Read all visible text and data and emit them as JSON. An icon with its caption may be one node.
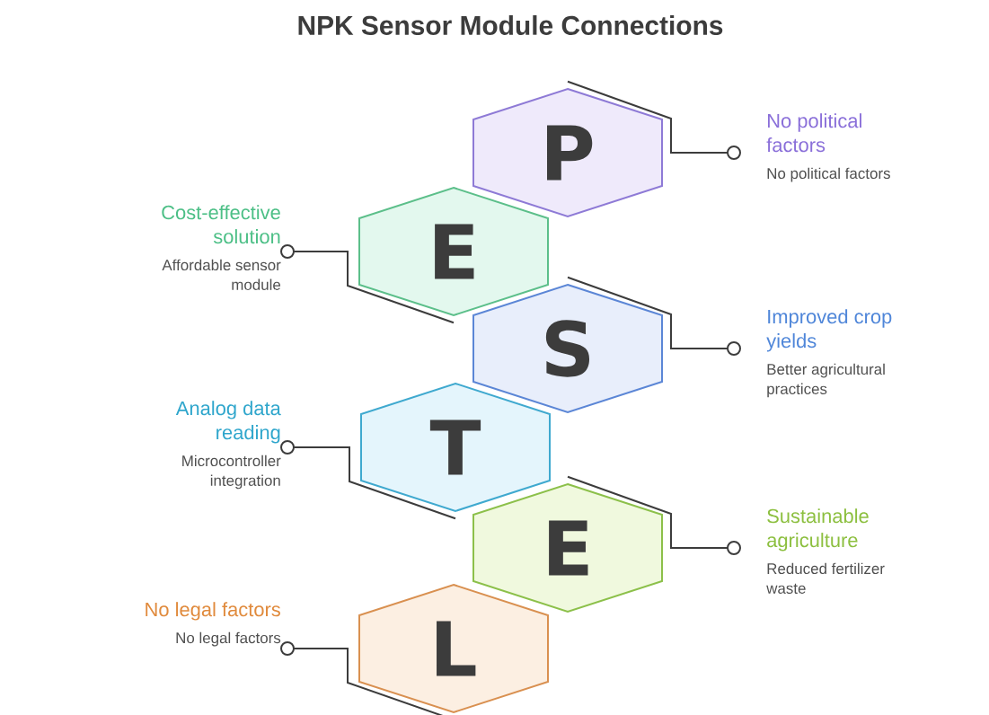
{
  "diagram": {
    "title": "NPK Sensor Module Connections",
    "nodes": [
      {
        "text": [
          "P"
        ]
      },
      {
        "text": [
          "No political factors",
          "No political factors"
        ]
      },
      {
        "text": [
          "E"
        ]
      },
      {
        "text": [
          "Cost-effective solution",
          "Affordable sensor module"
        ]
      },
      {
        "text": [
          "S"
        ]
      },
      {
        "text": [
          "Improved crop yields",
          "Better agricultural practices"
        ]
      },
      {
        "text": [
          "T"
        ]
      },
      {
        "text": [
          "Analog data reading",
          "Microcontroller integration"
        ]
      },
      {
        "text": [
          "E"
        ]
      },
      {
        "text": [
          "Sustainable agriculture",
          "Reduced fertilizer waste"
        ]
      },
      {
        "text": [
          "L"
        ]
      },
      {
        "text": [
          "No legal factors",
          "No legal factors"
        ]
      }
    ],
    "edges": [
      {
        "from": 0,
        "to": 1,
        "arrow": "other"
      },
      {
        "from": 2,
        "to": 3,
        "arrow": "other"
      },
      {
        "from": 4,
        "to": 5,
        "arrow": "other"
      },
      {
        "from": 6,
        "to": 7,
        "arrow": "other"
      },
      {
        "from": 8,
        "to": 9,
        "arrow": "other"
      },
      {
        "from": 10,
        "to": 11,
        "arrow": "other"
      }
    ]
  }
}
